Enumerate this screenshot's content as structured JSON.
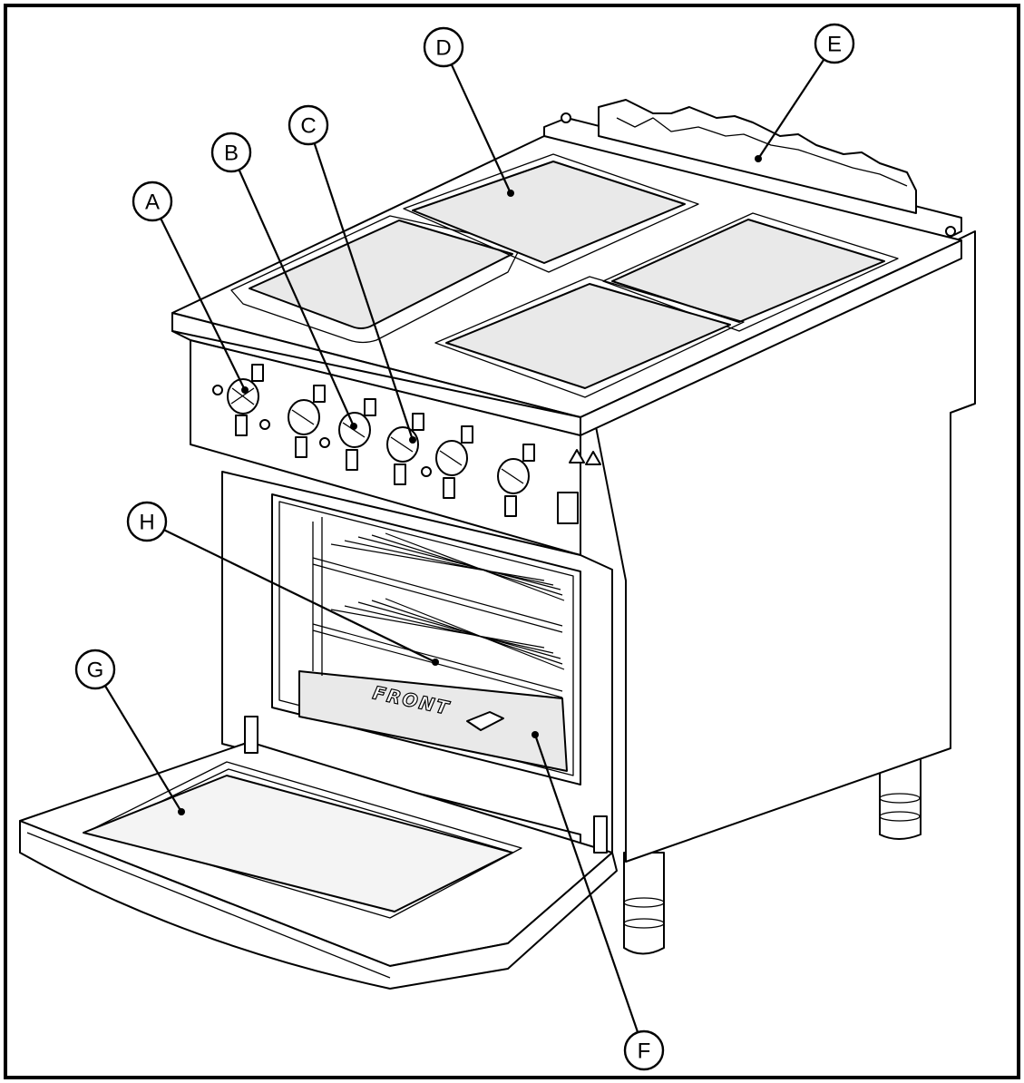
{
  "figure": {
    "oven_floor_text": "FRONT"
  },
  "callouts": [
    {
      "id": "A",
      "label": "A"
    },
    {
      "id": "B",
      "label": "B"
    },
    {
      "id": "C",
      "label": "C"
    },
    {
      "id": "D",
      "label": "D"
    },
    {
      "id": "E",
      "label": "E"
    },
    {
      "id": "F",
      "label": "F"
    },
    {
      "id": "G",
      "label": "G"
    },
    {
      "id": "H",
      "label": "H"
    }
  ]
}
